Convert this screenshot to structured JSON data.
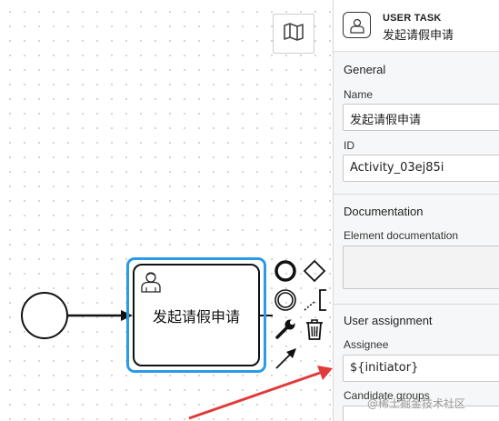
{
  "diagram": {
    "task_label": "发起请假申请"
  },
  "panel": {
    "element_type": "USER TASK",
    "element_name": "发起请假申请",
    "groups": {
      "general": {
        "title": "General",
        "name_label": "Name",
        "name_value": "发起请假申请",
        "id_label": "ID",
        "id_value": "Activity_03ej85i"
      },
      "documentation": {
        "title": "Documentation",
        "element_doc_label": "Element documentation",
        "element_doc_value": ""
      },
      "user_assignment": {
        "title": "User assignment",
        "assignee_label": "Assignee",
        "assignee_value": "${initiator}",
        "candidate_groups_label": "Candidate groups"
      }
    }
  },
  "watermark": "@稀土掘金技术社区",
  "colors": {
    "selection": "#2b9be7",
    "annotation_arrow": "#e03a3a",
    "panel_bg": "#f6f7f8"
  },
  "icons": {
    "minimap": "map-icon",
    "task_type": "user-icon",
    "context_pad": [
      "end-event-icon",
      "gateway-icon",
      "intermediate-event-icon",
      "text-annotation-icon",
      "wrench-icon",
      "trash-icon",
      "connect-arrow-icon"
    ]
  }
}
